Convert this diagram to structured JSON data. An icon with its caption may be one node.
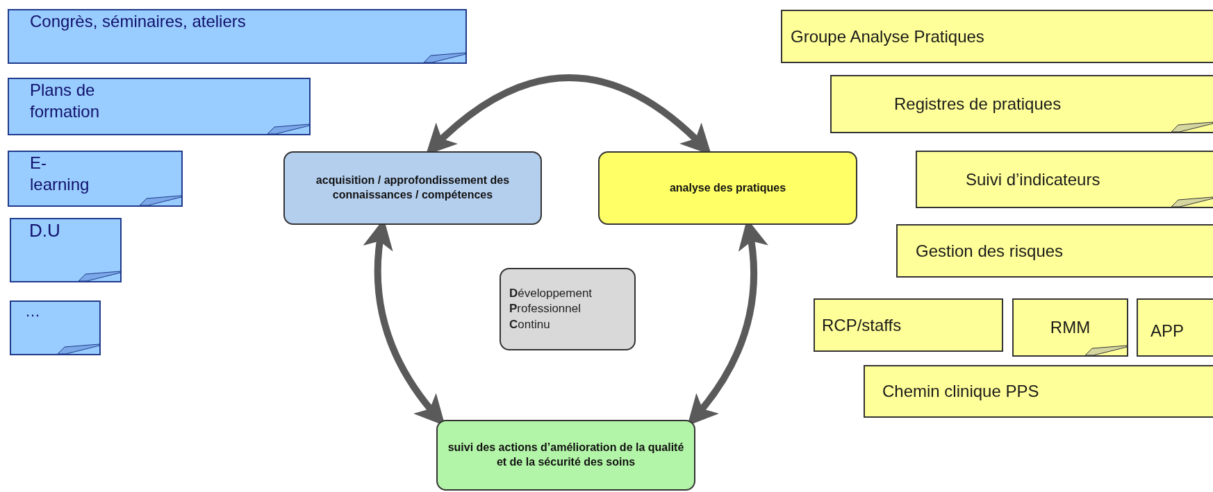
{
  "diagram": {
    "nodes": [
      {
        "text": [
          "Congrès, séminaires, ateliers"
        ]
      },
      {
        "text": [
          "Plans de formation"
        ]
      },
      {
        "text": [
          "E- learning"
        ]
      },
      {
        "text": [
          "D.U"
        ]
      },
      {
        "text": [
          "…"
        ]
      },
      {
        "text": [
          "acquisition / approfondissement des connaissances / compétences"
        ]
      },
      {
        "text": [
          "analyse des pratiques"
        ]
      },
      {
        "text": [
          "**D**éveloppement **P**rofessionnel **C**ontinu"
        ]
      },
      {
        "text": [
          "suivi des actions d’amélioration de la qualité et de la sécurité des soins"
        ]
      },
      {
        "text": [
          "Groupe Analyse Pratiques"
        ]
      },
      {
        "text": [
          "Registres de pratiques"
        ]
      },
      {
        "text": [
          "Suivi d’indicateurs"
        ]
      },
      {
        "text": [
          "Gestion des risques"
        ]
      },
      {
        "text": [
          "RCP/staffs"
        ]
      },
      {
        "text": [
          "RMM"
        ]
      },
      {
        "text": [
          "APP"
        ]
      },
      {
        "text": [
          "Chemin clinique PPS"
        ]
      }
    ],
    "edges": [
      {
        "from": 5,
        "to": 6,
        "arrow": "both"
      },
      {
        "from": 5,
        "to": 8,
        "arrow": "both"
      },
      {
        "from": 6,
        "to": 8,
        "arrow": "both"
      }
    ]
  }
}
